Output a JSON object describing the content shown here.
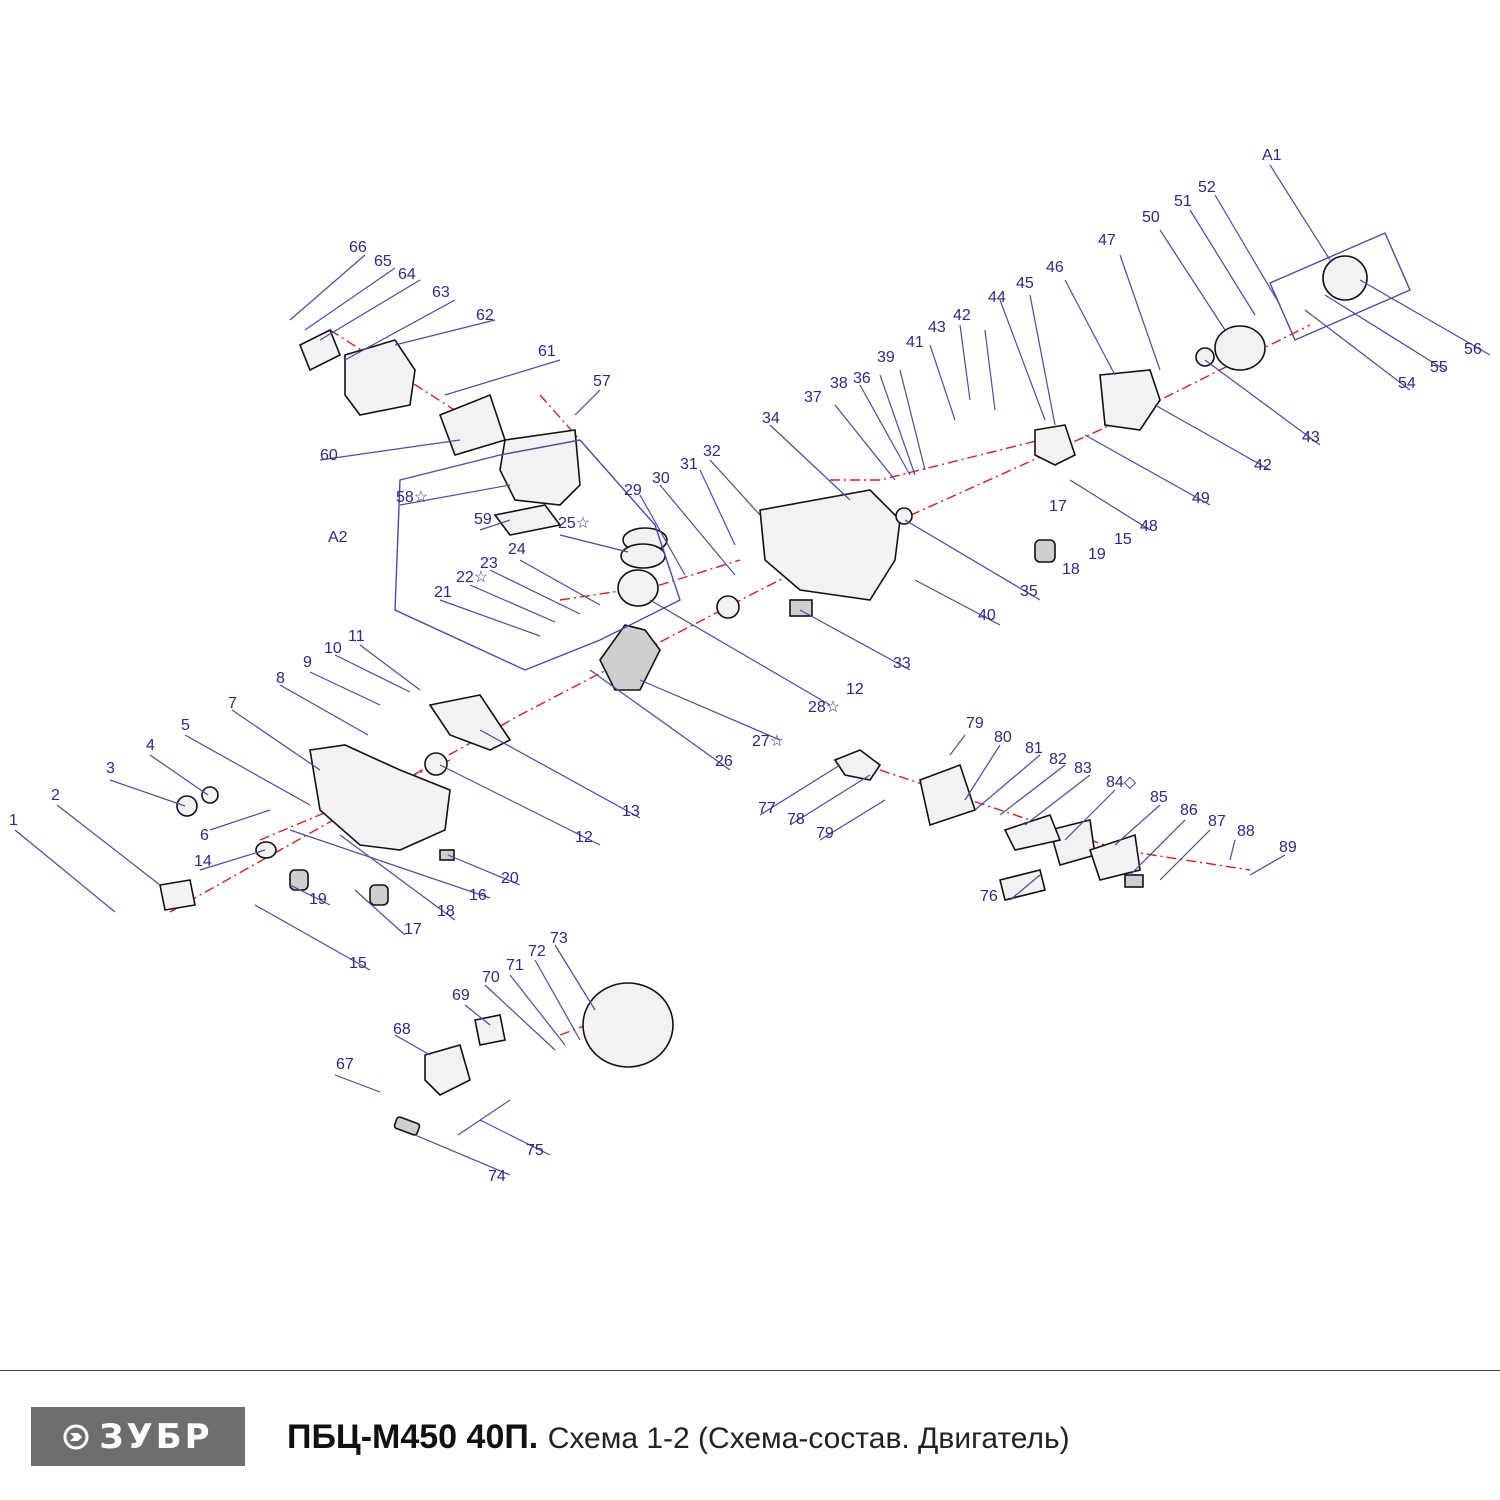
{
  "brand": {
    "logo_text": "ЗУБР",
    "color": "#6e6e6e"
  },
  "footer": {
    "model": "ПБЦ-М450 40П.",
    "subtitle": "Схема 1-2 (Схема-состав. Двигатель)"
  },
  "diagram": {
    "group_labels": [
      "A1",
      "A2"
    ],
    "part_labels": [
      "1",
      "2",
      "3",
      "4",
      "5",
      "6",
      "7",
      "8",
      "9",
      "10",
      "11",
      "12",
      "12",
      "13",
      "14",
      "15",
      "15",
      "16",
      "17",
      "17",
      "18",
      "18",
      "19",
      "19",
      "20",
      "21",
      "22☆",
      "23",
      "24",
      "25☆",
      "26",
      "27☆",
      "28☆",
      "29",
      "30",
      "31",
      "32",
      "33",
      "34",
      "35",
      "36",
      "37",
      "38",
      "39",
      "40",
      "41",
      "42",
      "42",
      "43",
      "43",
      "44",
      "45",
      "46",
      "47",
      "48",
      "49",
      "50",
      "51",
      "52",
      "54",
      "55",
      "56",
      "57",
      "58☆",
      "59",
      "60",
      "61",
      "62",
      "63",
      "64",
      "65",
      "66",
      "67",
      "68",
      "69",
      "70",
      "71",
      "72",
      "73",
      "74",
      "75",
      "76",
      "77",
      "78",
      "79",
      "79",
      "80",
      "81",
      "82",
      "83",
      "84◇",
      "85",
      "86",
      "87",
      "88",
      "89"
    ]
  }
}
